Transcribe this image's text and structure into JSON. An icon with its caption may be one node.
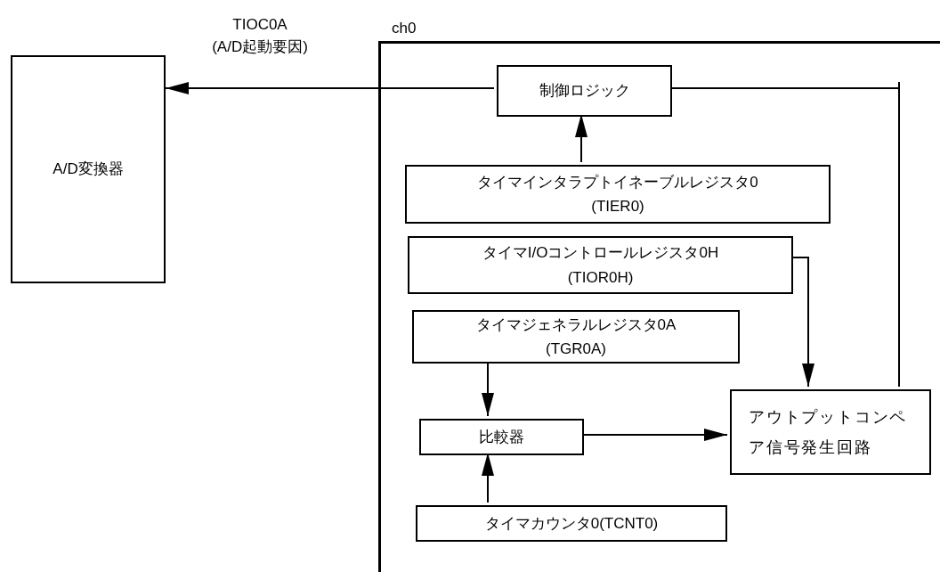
{
  "diagram": {
    "nodes": [
      {
        "text": [
          "A/D変換器"
        ]
      },
      {
        "text": [
          "ch0"
        ]
      },
      {
        "text": [
          "制御ロジック"
        ],
        "in": 1
      },
      {
        "text": [
          "タイマインタラプトイネーブルレジスタ0",
          "(TIER0)"
        ],
        "in": 1
      },
      {
        "text": [
          "タイマI/Oコントロールレジスタ0H",
          "(TIOR0H)"
        ],
        "in": 1
      },
      {
        "text": [
          "タイマジェネラルレジスタ0A",
          "(TGR0A)"
        ],
        "in": 1
      },
      {
        "text": [
          "比較器"
        ],
        "in": 1
      },
      {
        "text": [
          "アウトプットコンペア信号発生回路"
        ],
        "in": 1
      },
      {
        "text": [
          "タイマカウンタ0(TCNT0)"
        ],
        "in": 1
      }
    ],
    "edges": [
      {
        "from": 2,
        "to": 0,
        "arrow": "to",
        "label": "TIOC0A (A/D起動要因)"
      },
      {
        "from": 3,
        "to": 2,
        "arrow": "to"
      },
      {
        "from": 4,
        "to": 7,
        "arrow": "to"
      },
      {
        "from": 5,
        "to": 6,
        "arrow": "to"
      },
      {
        "from": 6,
        "to": 7,
        "arrow": "to"
      },
      {
        "from": 8,
        "to": 6,
        "arrow": "to"
      },
      {
        "from": 7,
        "to": 2,
        "arrow": "none"
      }
    ]
  }
}
